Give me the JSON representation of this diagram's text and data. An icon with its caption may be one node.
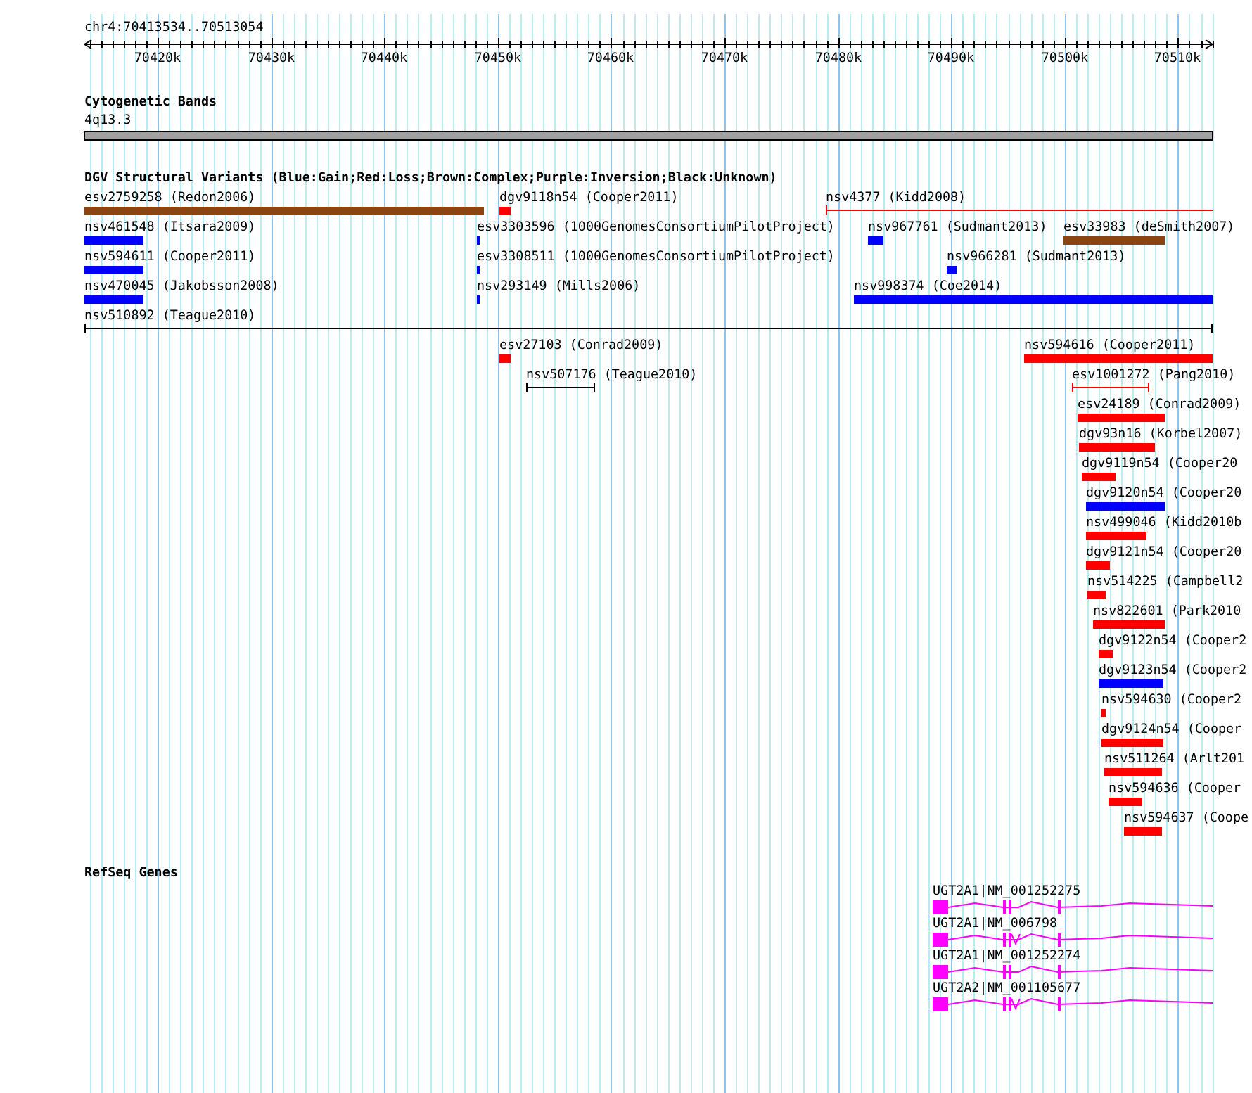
{
  "diagram": {
    "nodes": [
      {
        "text": [
          "esv2759258 (Redon2006)"
        ]
      },
      {
        "text": [
          "dgv9118n54 (Cooper2011)"
        ]
      },
      {
        "text": [
          "nsv4377 (Kidd2008)"
        ]
      },
      {
        "text": [
          "nsv461548 (Itsara2009)"
        ]
      },
      {
        "text": [
          "esv3303596 (1000GenomesConsortiumPilotProject)"
        ]
      },
      {
        "text": [
          "nsv967761 (Sudmant2013)"
        ]
      },
      {
        "text": [
          "esv33983 (deSmith2007)"
        ]
      },
      {
        "text": [
          "nsv594611 (Cooper2011)"
        ]
      },
      {
        "text": [
          "esv3308511 (1000GenomesConsortiumPilotProject)"
        ]
      },
      {
        "text": [
          "nsv966281 (Sudmant2013)"
        ]
      },
      {
        "text": [
          "nsv470045 (Jakobsson2008)"
        ]
      },
      {
        "text": [
          "nsv293149 (Mills2006)"
        ]
      },
      {
        "text": [
          "nsv998374 (Coe2014)"
        ]
      },
      {
        "text": [
          "nsv510892 (Teague2010)"
        ]
      },
      {
        "text": [
          "esv27103 (Conrad2009)"
        ]
      },
      {
        "text": [
          "nsv594616 (Cooper2011)"
        ]
      },
      {
        "text": [
          "nsv507176 (Teague2010)"
        ]
      },
      {
        "text": [
          "esv1001272 (Pang2010)"
        ]
      },
      {
        "text": [
          "esv24189 (Conrad2009)"
        ]
      },
      {
        "text": [
          "dgv93n16 (Korbel2007)"
        ]
      },
      {
        "text": [
          "dgv9119n54 (Cooper20"
        ]
      },
      {
        "text": [
          "dgv9120n54 (Cooper20"
        ]
      },
      {
        "text": [
          "nsv499046 (Kidd2010b"
        ]
      },
      {
        "text": [
          "dgv9121n54 (Cooper20"
        ]
      },
      {
        "text": [
          "nsv514225 (Campbell2"
        ]
      },
      {
        "text": [
          "nsv822601 (Park2010"
        ]
      },
      {
        "text": [
          "dgv9122n54 (Cooper2"
        ]
      },
      {
        "text": [
          "dgv9123n54 (Cooper2"
        ]
      },
      {
        "text": [
          "nsv594630 (Cooper2"
        ]
      },
      {
        "text": [
          "dgv9124n54 (Cooper"
        ]
      },
      {
        "text": [
          "nsv511264 (Arlt201"
        ]
      },
      {
        "text": [
          "nsv594636 (Cooper"
        ]
      },
      {
        "text": [
          "nsv594637 (Coope"
        ]
      },
      {
        "text": [
          "UGT2A1|NM_001252275"
        ]
      },
      {
        "text": [
          "UGT2A1|NM_006798"
        ]
      },
      {
        "text": [
          "UGT2A1|NM_001252274"
        ]
      },
      {
        "text": [
          "UGT2A2|NM_001105677"
        ]
      }
    ],
    "labels": [
      "chr4:70413534..70513054",
      "70420k",
      "70430k",
      "70440k",
      "70450k",
      "70460k",
      "70470k",
      "70480k",
      "70490k",
      "70500k",
      "70510k",
      "Cytogenetic Bands",
      "4q13.3",
      "DGV Structural Variants (Blue:Gain;Red:Loss;Brown:Complex;Purple:Inversion;Black:Unknown)",
      "RefSeq Genes"
    ]
  }
}
